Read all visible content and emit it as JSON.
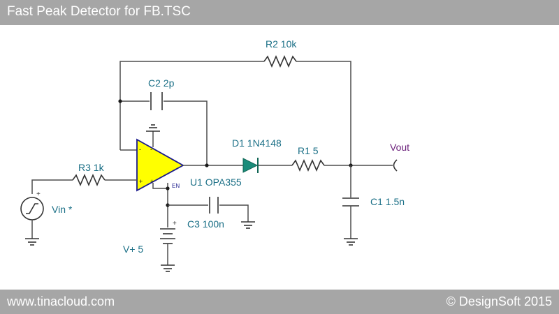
{
  "header": {
    "title": "Fast Peak Detector for FB.TSC"
  },
  "footer": {
    "left": "www.tinacloud.com",
    "right": "© DesignSoft 2015"
  },
  "components": {
    "r2": "R2 10k",
    "c2": "C2 2p",
    "d1": "D1 1N4148",
    "r1": "R1 5",
    "r3": "R3 1k",
    "u1": "U1 OPA355",
    "en": "EN",
    "c3": "C3 100n",
    "c1": "C1 1.5n",
    "vin": "Vin *",
    "vplus": "V+ 5",
    "vout": "Vout"
  },
  "colors": {
    "bar": "#a6a6a6",
    "label": "#1a6f86",
    "opamp_fill": "#ffff00",
    "opamp_stroke": "#1a1a8c",
    "diode": "#1a8c7a",
    "vout_label": "#6a1f7a"
  }
}
